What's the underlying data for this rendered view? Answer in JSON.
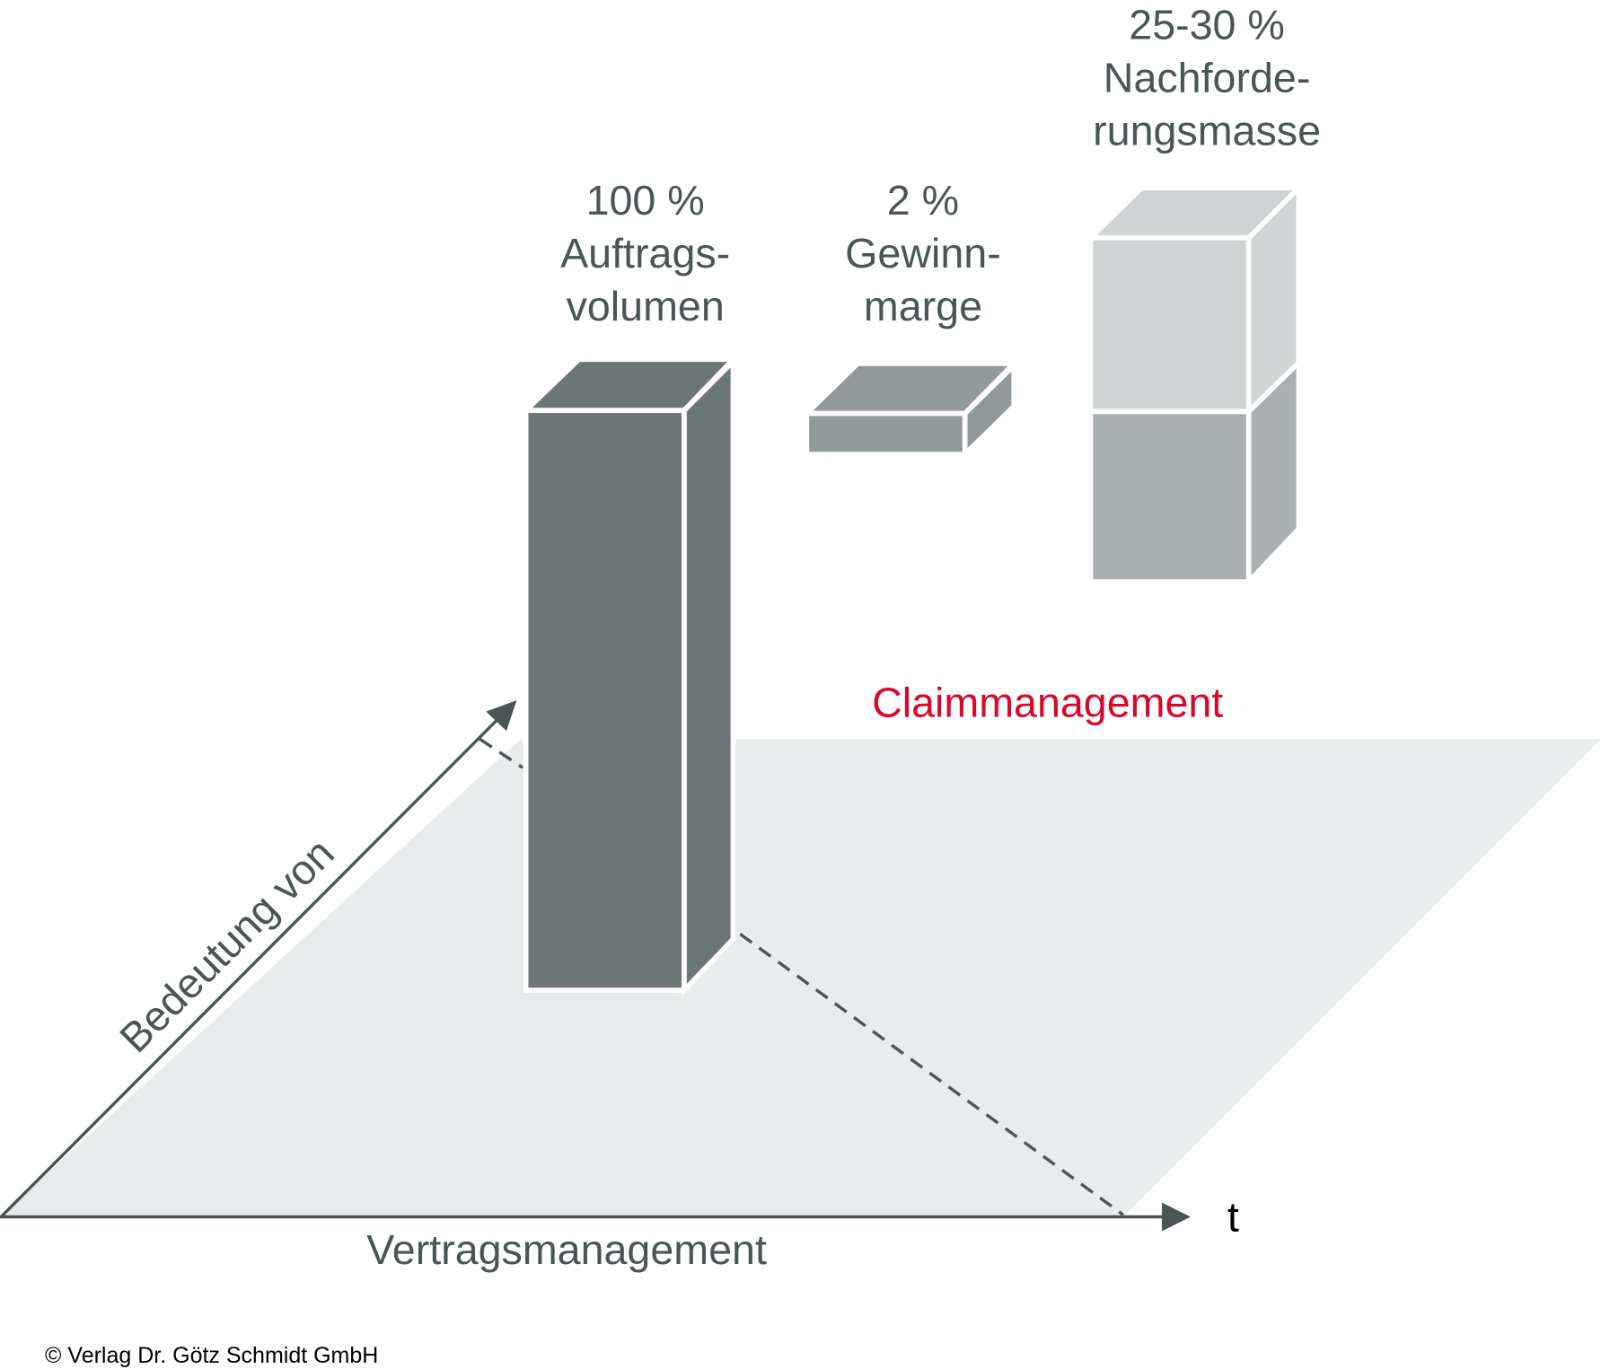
{
  "bars": [
    {
      "percent": "100 %",
      "line1": "Auftrags-",
      "line2": "volumen"
    },
    {
      "percent": "2 %",
      "line1": "Gewinn-",
      "line2": "marge"
    },
    {
      "percent": "25-30 %",
      "line1": "Nachforde-",
      "line2": "rungsmasse"
    }
  ],
  "labels": {
    "claim": "Claimmanagement",
    "contract": "Vertragsmanagement",
    "importance": "Bedeutung von",
    "time": "t",
    "copyright": "© Verlag Dr. Götz Schmidt GmbH"
  },
  "colors": {
    "plane": "#e9ecec",
    "axis": "#4a5555",
    "bar_dark": "#6b7676",
    "bar_mid": "#909a9a",
    "bar_light": "#d0d4d5",
    "bar_light_lower": "#aab0b1",
    "accent_red": "#d9072b"
  }
}
